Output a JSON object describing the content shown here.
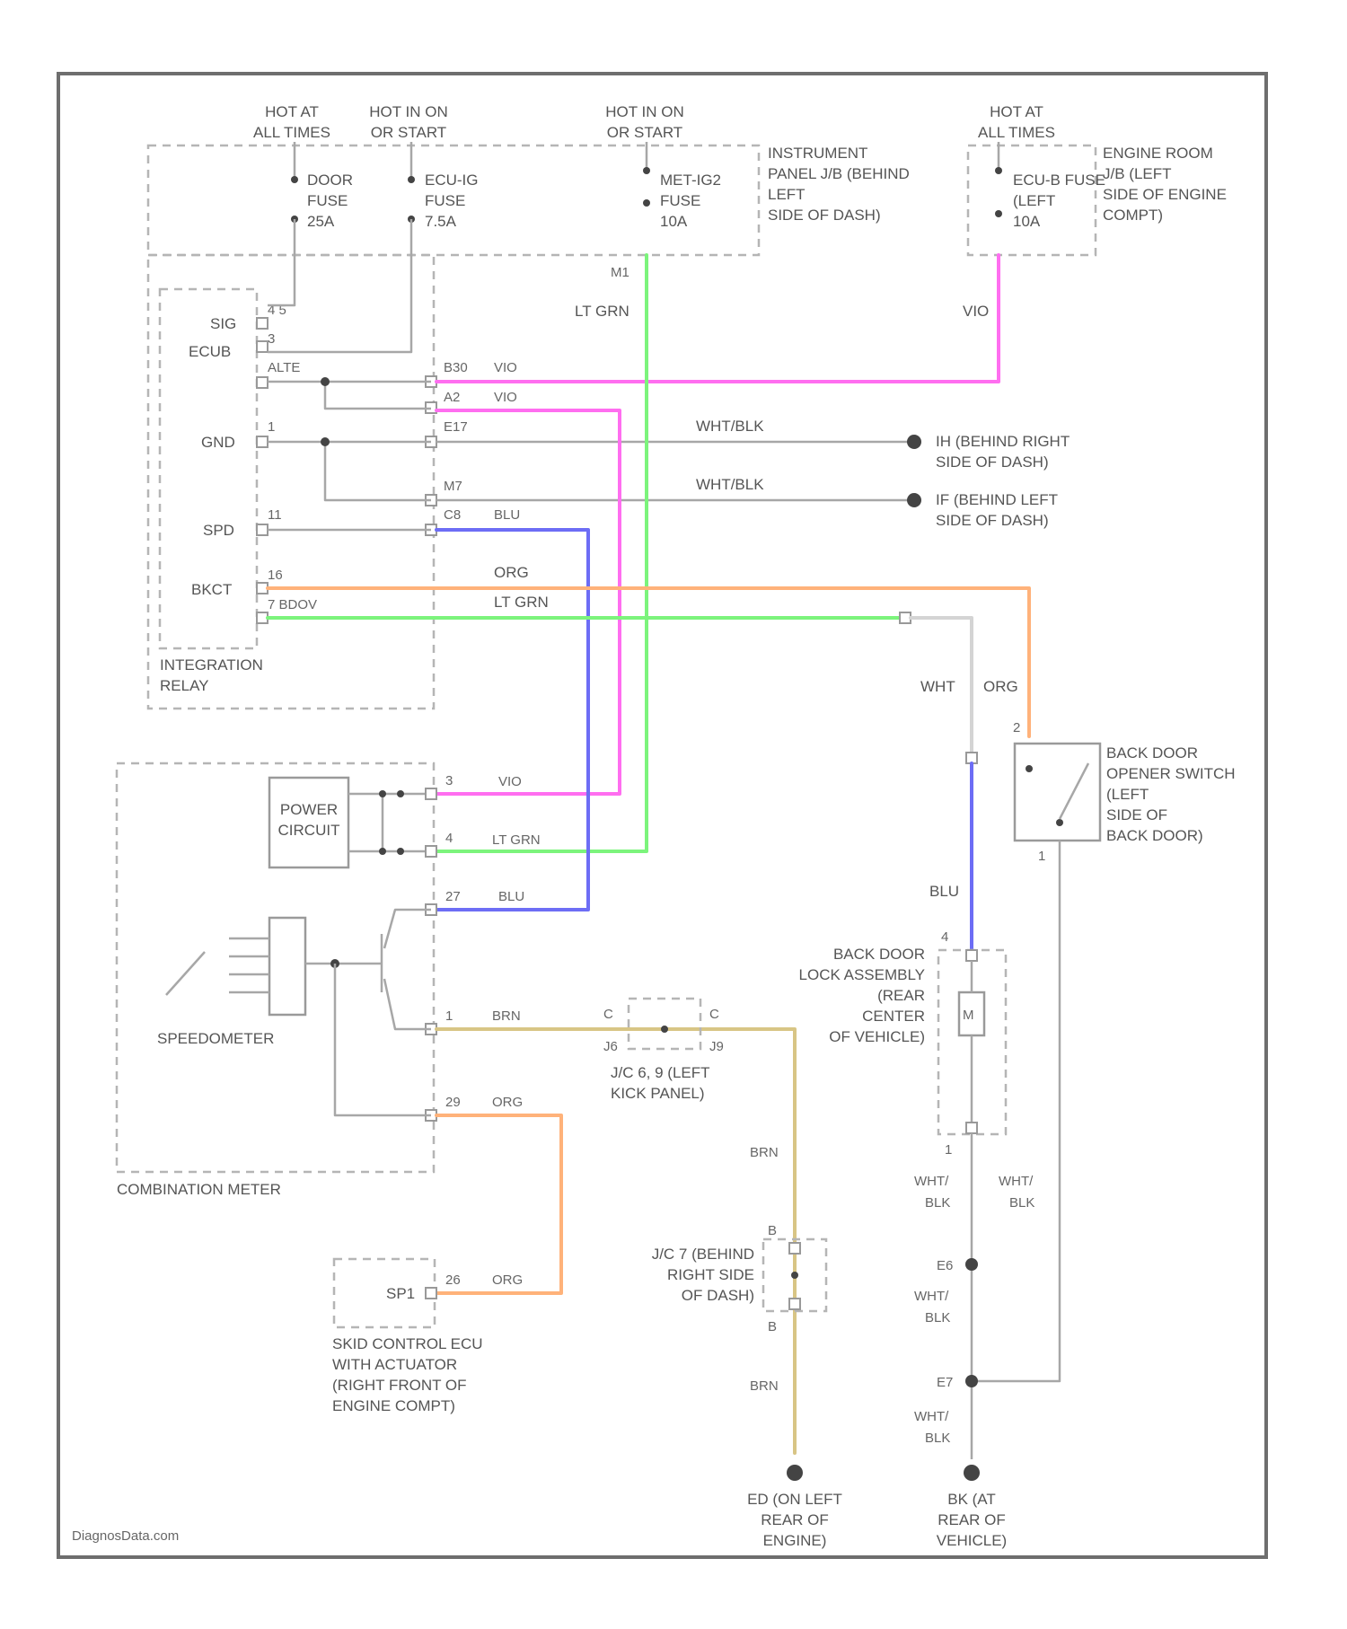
{
  "colors": {
    "VIO": "#ff6ef0",
    "LT GRN": "#7cf47c",
    "BLU": "#6d6df5",
    "ORG": "#ffb27a",
    "BRN": "#d8c585",
    "WHT": "#d4d4d4",
    "WHT/BLK": "#a7a7a7"
  },
  "power": {
    "hot_at_all_times_1": [
      "HOT AT",
      "ALL TIMES"
    ],
    "hot_in_on_start_1": [
      "HOT IN ON",
      "OR START"
    ],
    "hot_in_on_start_2": [
      "HOT IN ON",
      "OR START"
    ],
    "hot_at_all_times_2": [
      "HOT AT",
      "ALL TIMES"
    ]
  },
  "fuses": {
    "door": [
      "DOOR",
      "FUSE",
      "25A"
    ],
    "ecu_ig": [
      "ECU-IG",
      "FUSE",
      "7.5A"
    ],
    "met_ig2": [
      "MET-IG2",
      "FUSE",
      "10A"
    ],
    "ecu_b": [
      "ECU-B FUSE",
      "(LEFT",
      "10A"
    ]
  },
  "locations": {
    "instrument_panel_jb": [
      "INSTRUMENT",
      "PANEL J/B (BEHIND",
      "LEFT",
      "SIDE OF DASH)"
    ],
    "engine_room_jb": [
      "ENGINE ROOM",
      "J/B (LEFT",
      "SIDE OF ENGINE",
      "COMPT)"
    ]
  },
  "relay": {
    "pins": {
      "sig": "SIG",
      "ecu_b": "ECUB",
      "gnd": "GND",
      "spd": "SPD",
      "bkct": "BKCT"
    },
    "pin_numbers": {
      "p4_5": "4  5",
      "p3": "3",
      "alte": "ALTE",
      "p1": "1",
      "p11": "11",
      "p16": "16",
      "p7": "7 BDOV"
    },
    "name": [
      "INTEGRATION",
      "RELAY"
    ]
  },
  "connectors": {
    "m1": "M1",
    "b30": "B30",
    "a2": "A2",
    "e17": "E17",
    "m7": "M7",
    "c8": "C8"
  },
  "wire_labels": {
    "lt_grn_top": "LT GRN",
    "vio_right": "VIO",
    "vio_1": "VIO",
    "vio_2": "VIO",
    "wht_blk_1": "WHT/BLK",
    "wht_blk_2": "WHT/BLK",
    "blu_1": "BLU",
    "org_1": "ORG",
    "lt_grn_1": "LT GRN",
    "wht": "WHT",
    "org_2": "ORG",
    "vio_meter": "VIO",
    "lt_grn_meter": "LT GRN",
    "blu_meter": "BLU",
    "blu_right": "BLU",
    "brn_1": "BRN",
    "org_meter": "ORG",
    "brn_2": "BRN",
    "org_skid": "ORG",
    "brn_3": "BRN",
    "wht_blk_3": [
      "WHT/",
      "BLK"
    ],
    "wht_blk_4": [
      "WHT/",
      "BLK"
    ],
    "wht_blk_5": [
      "WHT/",
      "BLK"
    ],
    "wht_blk_6": [
      "WHT/",
      "BLK"
    ]
  },
  "grounds": {
    "ih": [
      "IH (BEHIND RIGHT",
      "SIDE OF DASH)"
    ],
    "if": [
      "IF (BEHIND LEFT",
      "SIDE OF DASH)"
    ],
    "ed": [
      "ED (ON LEFT",
      "REAR OF",
      "ENGINE)"
    ],
    "bk": [
      "BK (AT",
      "REAR OF",
      "VEHICLE)"
    ]
  },
  "meter": {
    "power_circuit": [
      "POWER",
      "CIRCUIT"
    ],
    "speedometer": "SPEEDOMETER",
    "name": "COMBINATION METER",
    "pins": {
      "p3": "3",
      "p4": "4",
      "p27": "27",
      "p1": "1",
      "p29": "29"
    }
  },
  "back_door_switch": {
    "name": [
      "BACK DOOR",
      "OPENER SWITCH",
      "(LEFT",
      "SIDE OF",
      "BACK DOOR)"
    ],
    "pin2": "2",
    "pin1": "1"
  },
  "back_door_lock": {
    "name": [
      "BACK DOOR",
      "LOCK ASSEMBLY",
      "(REAR",
      "CENTER",
      "OF VEHICLE)"
    ],
    "pin4": "4",
    "pin1": "1"
  },
  "junctions": {
    "j/c6": [
      "J/C 6, 9 (LEFT",
      "KICK PANEL)"
    ],
    "j/c6_pins": {
      "c": "C",
      "j6": "J6",
      "c2": "C",
      "j9": "J9"
    },
    "j/c7": [
      "J/C 7 (BEHIND",
      "RIGHT SIDE",
      "OF DASH)"
    ],
    "j/c7_pins": {
      "b1": "B",
      "b2": "B"
    },
    "ed_conn": "E6",
    "e7_conn": "E7"
  },
  "skid_ecu": {
    "name": [
      "SKID CONTROL ECU",
      "WITH ACTUATOR",
      "(RIGHT FRONT OF",
      "ENGINE COMPT)"
    ],
    "pin_name": "SP1",
    "pin_num": "26"
  },
  "watermark": "DiagnosData.com"
}
